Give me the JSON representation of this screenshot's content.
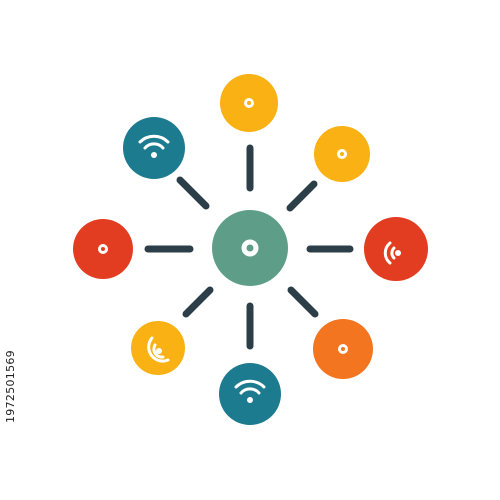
{
  "colors": {
    "background": "#ffffff",
    "connector": "#2c3e48",
    "hub": "#5e9e88",
    "teal": "#1d7b8f",
    "yellow": "#fab114",
    "red": "#e33d21",
    "orange": "#f47520",
    "white": "#ffffff"
  },
  "hub": {
    "icon": "dot-icon"
  },
  "nodes": [
    {
      "name": "node-top",
      "icon": "dot-icon",
      "color": "yellow"
    },
    {
      "name": "node-top-right",
      "icon": "dot-icon",
      "color": "yellow"
    },
    {
      "name": "node-right",
      "icon": "wifi-arc-icon",
      "color": "red"
    },
    {
      "name": "node-bottom-right",
      "icon": "dot-icon",
      "color": "orange"
    },
    {
      "name": "node-bottom",
      "icon": "wifi-icon",
      "color": "teal"
    },
    {
      "name": "node-bottom-left",
      "icon": "wifi-arc-icon",
      "color": "yellow"
    },
    {
      "name": "node-left",
      "icon": "dot-icon",
      "color": "red"
    },
    {
      "name": "node-top-left",
      "icon": "wifi-icon",
      "color": "teal"
    }
  ],
  "stock_id": "1972501569"
}
